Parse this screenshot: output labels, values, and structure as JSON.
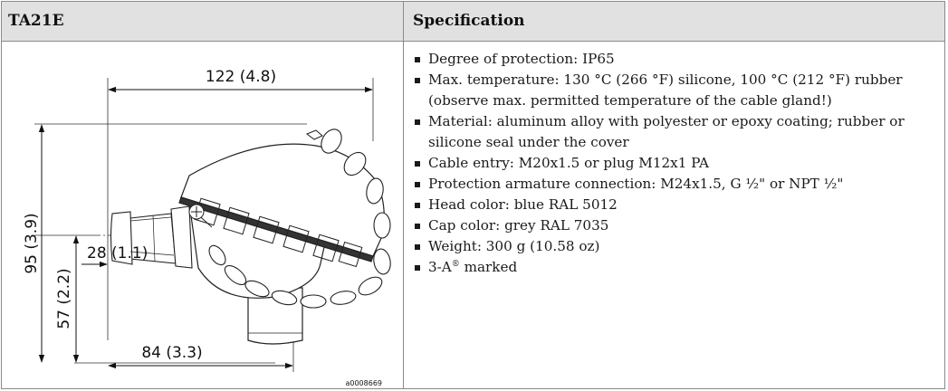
{
  "table": {
    "header_left": "TA21E",
    "header_right": "Specification"
  },
  "drawing": {
    "width_label": "122 (4.8)",
    "height_label": "95 (3.9)",
    "axis_height_label": "57 (2.2)",
    "entry_offset_label": "28 (1.1)",
    "base_width_label": "84 (3.3)",
    "figure_code": "a0008669"
  },
  "specs": [
    {
      "text": "Degree of protection: IP65"
    },
    {
      "text": "Max. temperature: 130 °C (266 °F) silicone, 100 °C (212 °F) rubber (observe max. permitted temperature of the cable gland!)"
    },
    {
      "text": "Material: aluminum alloy with polyester or epoxy coating; rubber or silicone seal under the cover"
    },
    {
      "text": "Cable entry: M20x1.5 or plug M12x1 PA"
    },
    {
      "text": "Protection armature connection: M24x1.5, G ½\" or NPT ½\""
    },
    {
      "text": "Head color: blue RAL 5012"
    },
    {
      "text": "Cap color: grey RAL 7035"
    },
    {
      "text": "Weight: 300 g (10.58 oz)"
    },
    {
      "text": "3-A",
      "sup": "®",
      "suffix": " marked"
    }
  ]
}
